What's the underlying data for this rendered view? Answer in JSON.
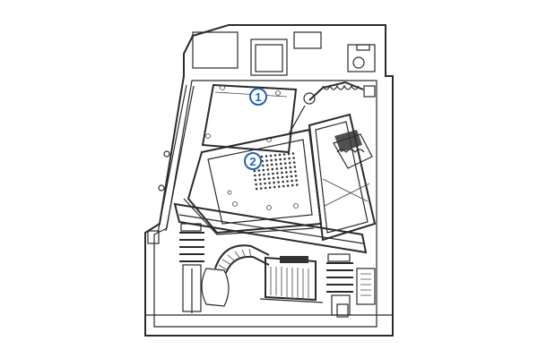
{
  "figure": {
    "callouts": [
      {
        "id": "1",
        "label": "1"
      },
      {
        "id": "2",
        "label": "2"
      }
    ],
    "colors": {
      "callout": "#1e63b8",
      "line": "#2a2a2a",
      "background": "#ffffff"
    }
  }
}
